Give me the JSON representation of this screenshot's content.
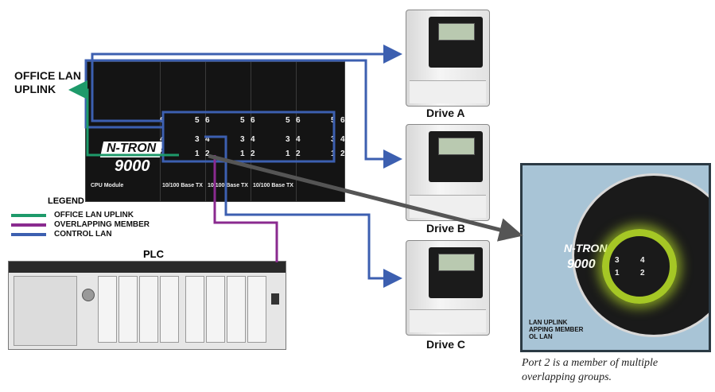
{
  "office_lan": {
    "line1": "OFFICE LAN",
    "line2": "UPLINK"
  },
  "switch": {
    "brand": "N-TRON",
    "model": "9000",
    "status_labels": [
      "CPU Module",
      "10/100 Base TX",
      "10/100 Base TX",
      "10/100 Base TX"
    ],
    "port_numbers": [
      "6",
      "5",
      "6",
      "5",
      "6",
      "5",
      "6",
      "5",
      "6",
      "4",
      "3",
      "4",
      "3",
      "4",
      "3",
      "4",
      "3",
      "4",
      "2",
      "1",
      "2",
      "1",
      "2",
      "1",
      "2",
      "1",
      "2"
    ]
  },
  "drives": [
    {
      "label": "Drive A"
    },
    {
      "label": "Drive B"
    },
    {
      "label": "Drive C"
    }
  ],
  "legend": {
    "title": "LEGEND",
    "items": [
      {
        "label": "OFFICE LAN UPLINK",
        "color": "#1e9a6a"
      },
      {
        "label": "OVERLAPPING MEMBER",
        "color": "#8a2a8f"
      },
      {
        "label": "CONTROL LAN",
        "color": "#3c5fb0"
      }
    ]
  },
  "plc": {
    "label": "PLC"
  },
  "zoom": {
    "brand": "N-TRON",
    "model": "9000",
    "port_numbers": [
      "3",
      "4",
      "1",
      "2"
    ],
    "legend_fragments": [
      "LAN UPLINK",
      "APPING MEMBER",
      "OL LAN"
    ]
  },
  "caption": {
    "line1": "Port 2 is a member of multiple",
    "line2": "overlapping groups."
  },
  "colors": {
    "green": "#1e9a6a",
    "purple": "#8a2a8f",
    "blue": "#3c5fb0",
    "arrow": "#555555"
  }
}
